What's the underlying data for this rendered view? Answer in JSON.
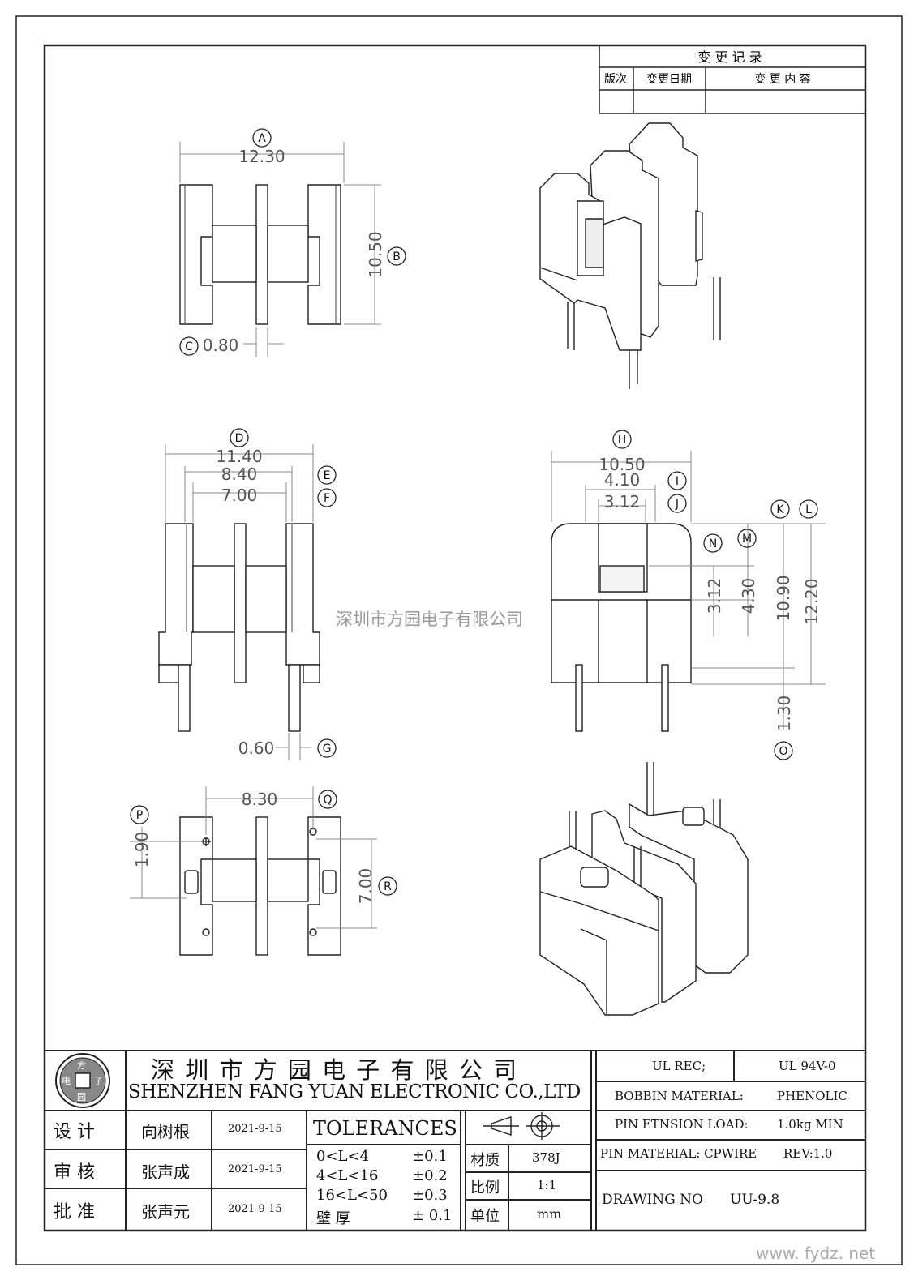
{
  "revision_block": {
    "title": "变 更 记 录",
    "col_version": "版次",
    "col_date": "变更日期",
    "col_content": "变 更 内 容"
  },
  "dimensions": {
    "A": "12.30",
    "B": "10.50",
    "C": "0.80",
    "D": "11.40",
    "E": "8.40",
    "F": "7.00",
    "G": "0.60",
    "H": "10.50",
    "I": "4.10",
    "J": "3.12",
    "K": "10.90",
    "L": "12.20",
    "M": "4.30",
    "N": "3.12",
    "O": "1.30",
    "P": "1.90",
    "Q": "8.30",
    "R": "7.00"
  },
  "watermark": "深圳市方园电子有限公司",
  "title_block": {
    "logo_chars": [
      "方",
      "电",
      "子",
      "园"
    ],
    "company_cn": "深 圳 市 方 园 电 子 有 限 公 司",
    "company_en": "SHENZHEN FANG YUAN ELECTRONIC CO.,LTD",
    "rows": [
      {
        "role": "设  计",
        "name": "向树根",
        "date": "2021-9-15"
      },
      {
        "role": "审  核",
        "name": "张声成",
        "date": "2021-9-15"
      },
      {
        "role": "批  准",
        "name": "张声元",
        "date": "2021-9-15"
      }
    ],
    "tolerances_title": "TOLERANCES",
    "tolerances": [
      {
        "range": "0<L<4",
        "tol": "±0.1"
      },
      {
        "range": "4<L<16",
        "tol": "±0.2"
      },
      {
        "range": "16<L<50",
        "tol": "±0.3"
      },
      {
        "range": "壁   厚",
        "tol": "± 0.1"
      }
    ],
    "material_label": "材质",
    "material_value": "378J",
    "scale_label": "比例",
    "scale_value": "1:1",
    "unit_label": "单位",
    "unit_value": "mm",
    "ul_rec_label": "UL REC;",
    "ul_rec_value": "UL  94V-0",
    "bobbin_label": "BOBBIN MATERIAL:",
    "bobbin_value": "PHENOLIC",
    "pin_load_label": "PIN ETNSION LOAD:",
    "pin_load_value": "1.0kg MIN",
    "pin_material_label": "PIN MATERIAL: CPWIRE",
    "rev_label": "REV:1.0",
    "drawing_no_label": "DRAWING NO",
    "drawing_no_value": "UU-9.8"
  },
  "site_watermark": "www. fydz. net"
}
